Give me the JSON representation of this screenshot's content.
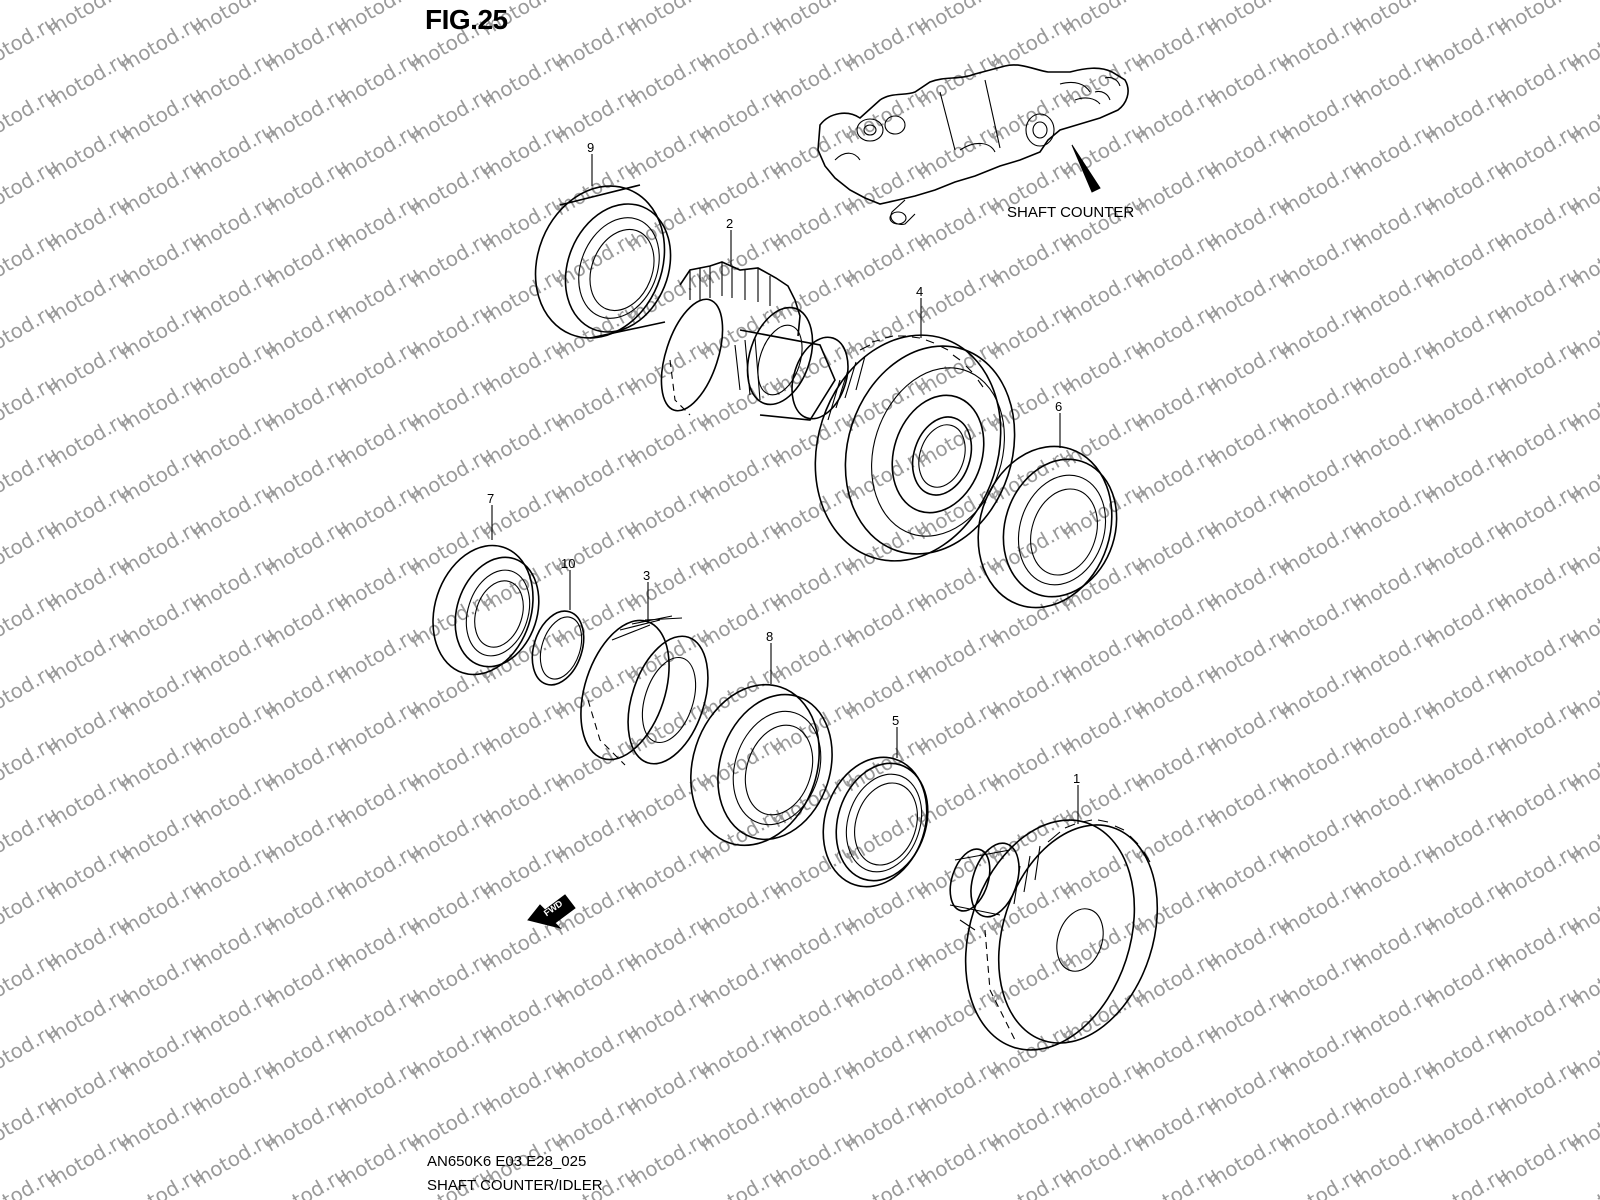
{
  "figure": {
    "title": "FIG.25",
    "code": "AN650K6 E03 E28_025",
    "description": "SHAFT COUNTER/IDLER"
  },
  "inset": {
    "callout_label": "SHAFT COUNTER"
  },
  "watermark": {
    "text": "motod.ru"
  },
  "direction_arrow": {
    "label": "FWD"
  },
  "parts": [
    {
      "ref": "1",
      "kind": "driven gear with shaft"
    },
    {
      "ref": "2",
      "kind": "gear"
    },
    {
      "ref": "3",
      "kind": "gear"
    },
    {
      "ref": "4",
      "kind": "gear"
    },
    {
      "ref": "5",
      "kind": "seal"
    },
    {
      "ref": "6",
      "kind": "bearing"
    },
    {
      "ref": "7",
      "kind": "bearing"
    },
    {
      "ref": "8",
      "kind": "bearing"
    },
    {
      "ref": "9",
      "kind": "bearing"
    },
    {
      "ref": "10",
      "kind": "circlip"
    }
  ]
}
